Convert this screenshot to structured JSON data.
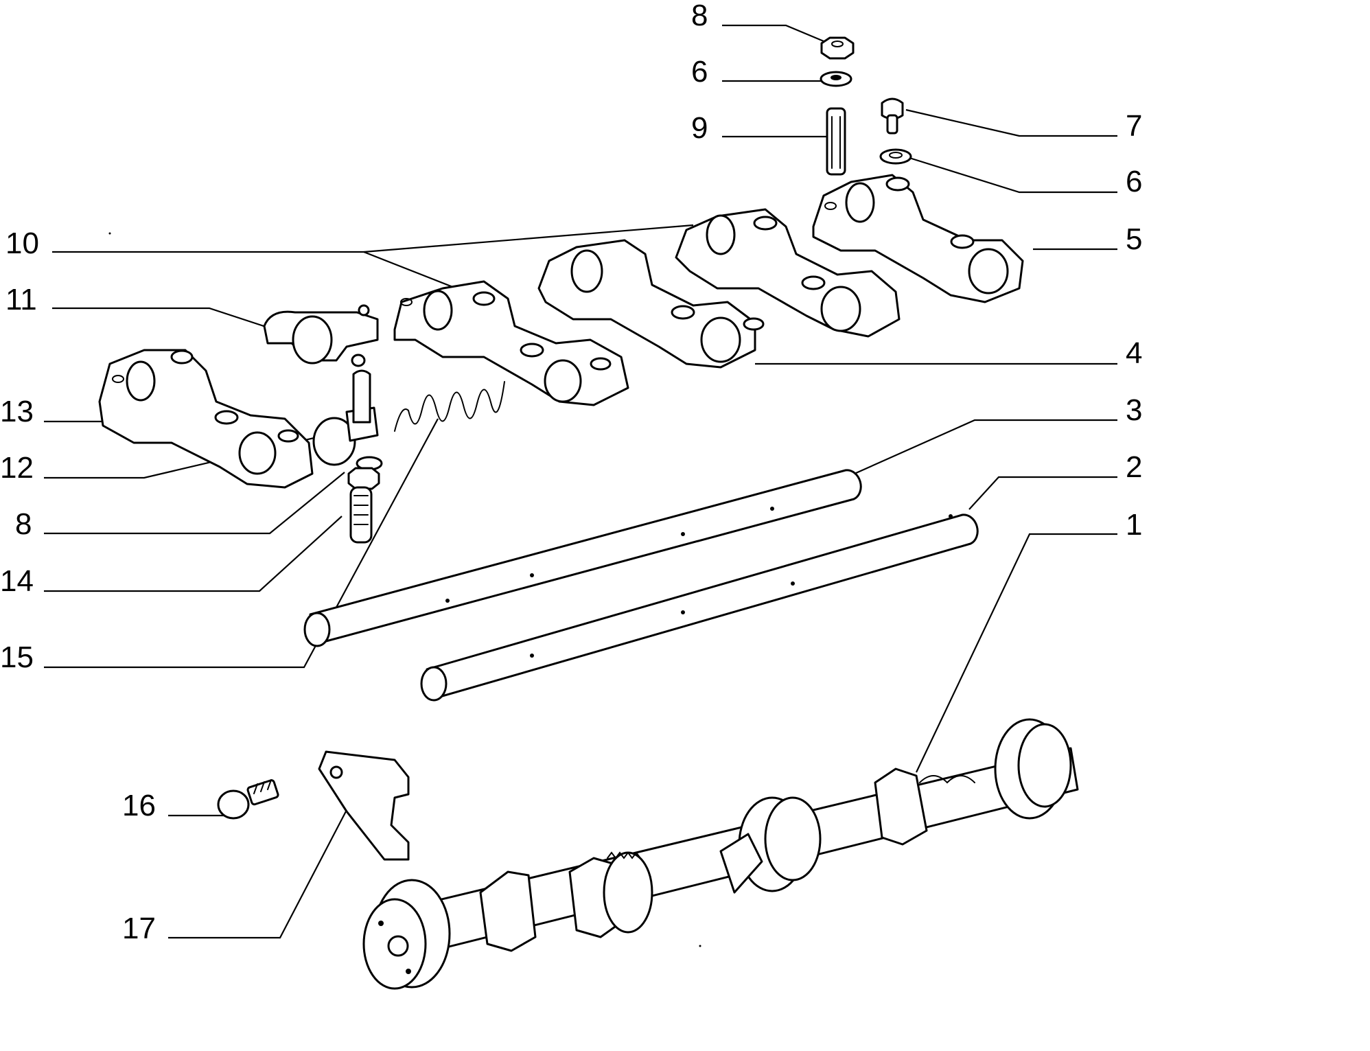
{
  "callouts": [
    {
      "id": "c8a",
      "label": "8"
    },
    {
      "id": "c6a",
      "label": "6"
    },
    {
      "id": "c9",
      "label": "9"
    },
    {
      "id": "c7",
      "label": "7"
    },
    {
      "id": "c6b",
      "label": "6"
    },
    {
      "id": "c5",
      "label": "5"
    },
    {
      "id": "c10",
      "label": "10"
    },
    {
      "id": "c11",
      "label": "11"
    },
    {
      "id": "c4",
      "label": "4"
    },
    {
      "id": "c3",
      "label": "3"
    },
    {
      "id": "c13",
      "label": "13"
    },
    {
      "id": "c12",
      "label": "12"
    },
    {
      "id": "c2",
      "label": "2"
    },
    {
      "id": "c8b",
      "label": "8"
    },
    {
      "id": "c1",
      "label": "1"
    },
    {
      "id": "c14",
      "label": "14"
    },
    {
      "id": "c15",
      "label": "15"
    },
    {
      "id": "c16",
      "label": "16"
    },
    {
      "id": "c17",
      "label": "17"
    }
  ]
}
